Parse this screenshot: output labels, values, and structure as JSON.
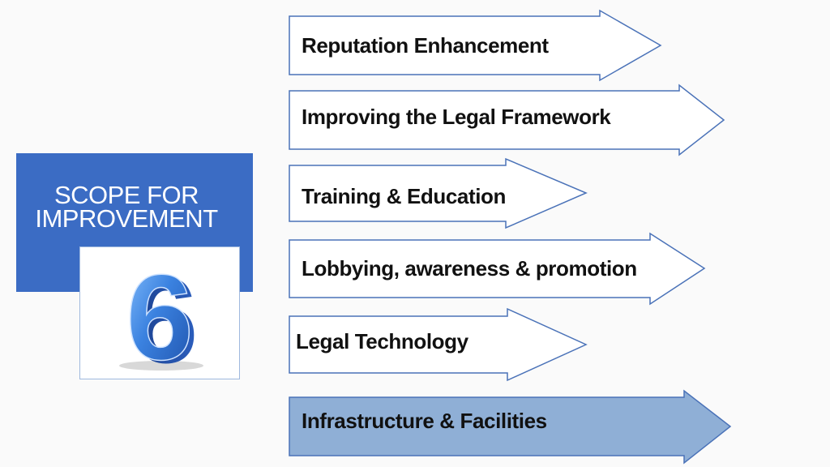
{
  "title": {
    "line1": "SCOPE FOR",
    "line2": "IMPROVEMENT",
    "number": "6"
  },
  "colors": {
    "title_bg": "#3b6cc4",
    "arrow_border": "#4a72b8",
    "highlight_fill": "#8fafd6",
    "number_blue": "#3b82e0"
  },
  "items": [
    {
      "label": "Reputation Enhancement",
      "highlighted": false
    },
    {
      "label": "Improving the Legal Framework",
      "highlighted": false
    },
    {
      "label": "Training & Education",
      "highlighted": false
    },
    {
      "label": "Lobbying, awareness & promotion",
      "highlighted": false
    },
    {
      "label": "Legal Technology",
      "highlighted": false
    },
    {
      "label": "Infrastructure & Facilities",
      "highlighted": true
    }
  ]
}
